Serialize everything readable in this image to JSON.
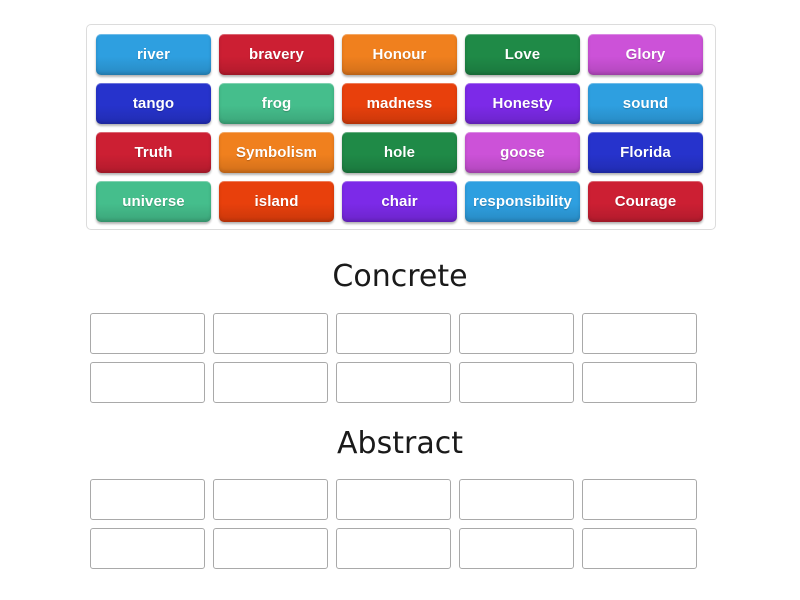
{
  "activity": {
    "type": "group-sort",
    "word_bank": {
      "rows": [
        [
          {
            "label": "river",
            "color": "#2e9fe0"
          },
          {
            "label": "bravery",
            "color": "#cc1f33"
          },
          {
            "label": "Honour",
            "color": "#f0801e"
          },
          {
            "label": "Love",
            "color": "#1f8a47"
          },
          {
            "label": "Glory",
            "color": "#cc52d8"
          }
        ],
        [
          {
            "label": "tango",
            "color": "#2633cc"
          },
          {
            "label": "frog",
            "color": "#45be8c"
          },
          {
            "label": "madness",
            "color": "#e8400c"
          },
          {
            "label": "Honesty",
            "color": "#7c2ae8"
          },
          {
            "label": "sound",
            "color": "#2e9fe0"
          }
        ],
        [
          {
            "label": "Truth",
            "color": "#cc1f33"
          },
          {
            "label": "Symbolism",
            "color": "#f0801e"
          },
          {
            "label": "hole",
            "color": "#1f8a47"
          },
          {
            "label": "goose",
            "color": "#cc52d8"
          },
          {
            "label": "Florida",
            "color": "#2633cc"
          }
        ],
        [
          {
            "label": "universe",
            "color": "#45be8c"
          },
          {
            "label": "island",
            "color": "#e8400c"
          },
          {
            "label": "chair",
            "color": "#7c2ae8"
          },
          {
            "label": "responsibility",
            "color": "#2e9fe0"
          },
          {
            "label": "Courage",
            "color": "#cc1f33"
          }
        ]
      ]
    },
    "groups": [
      {
        "title": "Concrete",
        "rows": 2,
        "columns": 5,
        "slots": [
          "",
          "",
          "",
          "",
          "",
          "",
          "",
          "",
          "",
          ""
        ]
      },
      {
        "title": "Abstract",
        "rows": 2,
        "columns": 5,
        "slots": [
          "",
          "",
          "",
          "",
          "",
          "",
          "",
          "",
          "",
          ""
        ]
      }
    ],
    "colors": {
      "page_background": "#ffffff",
      "bank_border": "#dcdcdc",
      "slot_border": "#a9a9a9",
      "slot_fill": "#ffffff",
      "title_text": "#1a1a1a",
      "tile_text": "#ffffff"
    }
  }
}
